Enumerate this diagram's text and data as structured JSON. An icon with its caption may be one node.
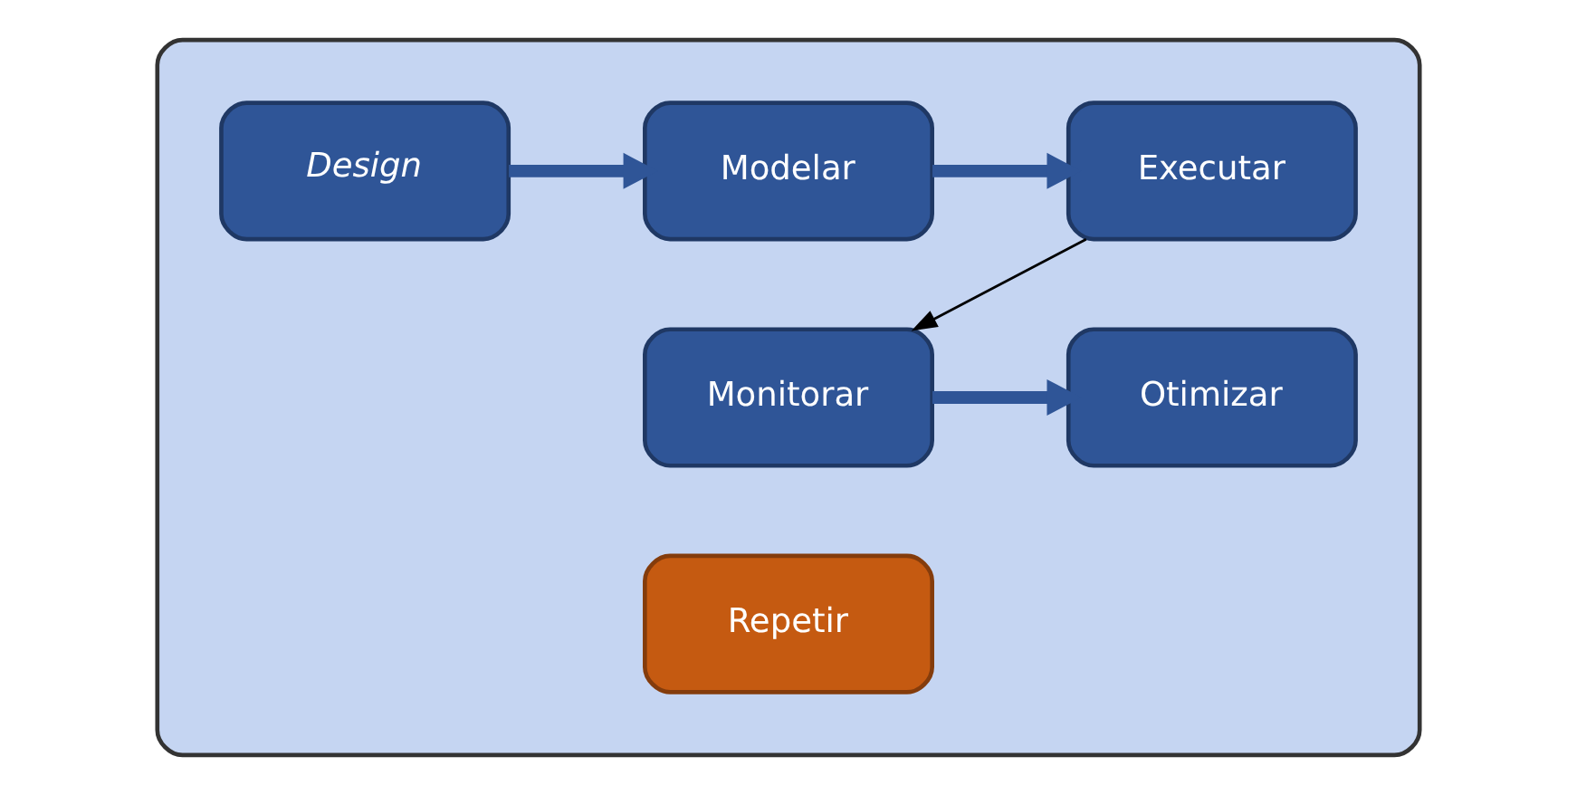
{
  "diagram": {
    "nodes": [
      {
        "text": [],
        "shape": "box"
      },
      {
        "text": [
          "Design"
        ],
        "in": 0
      },
      {
        "text": [
          "Modelar"
        ],
        "in": 0
      },
      {
        "text": [
          "Executar"
        ],
        "in": 0
      },
      {
        "text": [
          "Monitorar"
        ],
        "in": 0
      },
      {
        "text": [
          "Otimizar"
        ],
        "in": 0
      },
      {
        "text": [
          "Repetir"
        ],
        "in": 0
      }
    ],
    "edges": [
      {
        "from": 1,
        "to": 2,
        "arrow": "to"
      },
      {
        "from": 2,
        "to": 3,
        "arrow": "to"
      },
      {
        "from": 3,
        "to": 4,
        "arrow": "to",
        "color": "#000000"
      },
      {
        "from": 4,
        "to": 5,
        "arrow": "to"
      }
    ]
  }
}
